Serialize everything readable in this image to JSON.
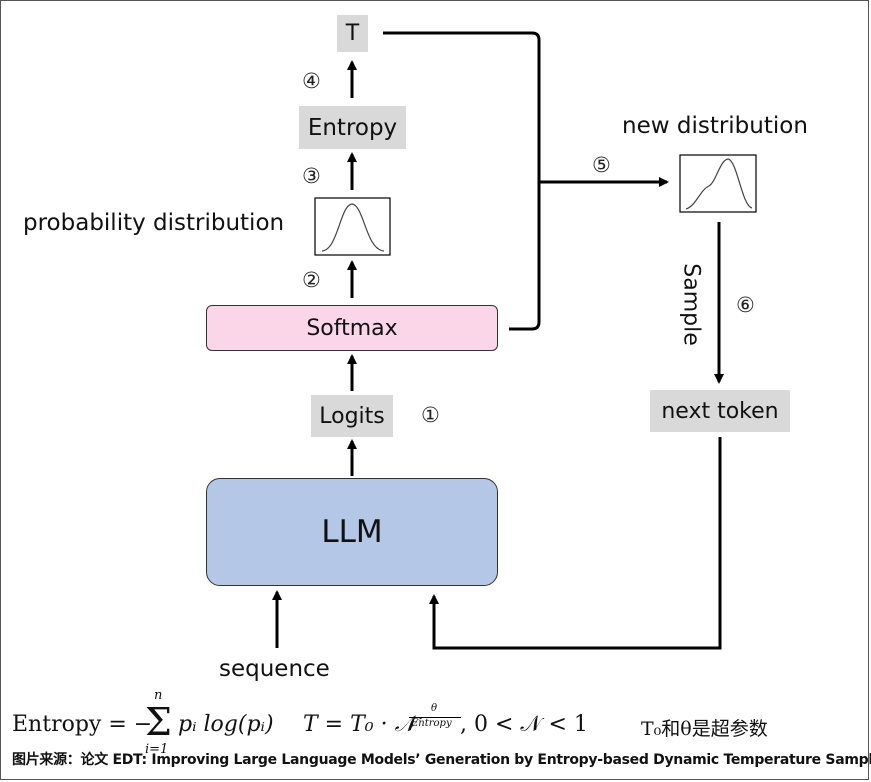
{
  "nodes": {
    "t": "T",
    "entropy": "Entropy",
    "probability_distribution_label": "probability distribution",
    "softmax": "Softmax",
    "logits": "Logits",
    "llm": "LLM",
    "sequence": "sequence",
    "new_distribution_label": "new distribution",
    "sample": "Sample",
    "next_token": "next token"
  },
  "steps": {
    "s1": "①",
    "s2": "②",
    "s3": "③",
    "s4": "④",
    "s5": "⑤",
    "s6": "⑥"
  },
  "formulas": {
    "entropy_lhs": "Entropy = −",
    "entropy_sum_top": "n",
    "entropy_sum": "Σ",
    "entropy_sum_bottom": "i=1",
    "entropy_rhs": "pᵢ log(pᵢ)",
    "temperature_lhs": "T = T₀ · 𝒩",
    "temperature_exp_num": "θ",
    "temperature_exp_den": "Entropy",
    "temperature_cond": ",    0 < 𝒩 < 1",
    "hyperparams": "T₀和θ是超参数"
  },
  "caption": "图片来源：论文 EDT: Improving Large Language Models’ Generation by Entropy-based Dynamic Temperature Sampling",
  "colors": {
    "llm_fill": "#b4c7e7",
    "softmax_fill": "#fbd5e8",
    "label_fill": "#d9d9d9",
    "line": "#000000"
  }
}
